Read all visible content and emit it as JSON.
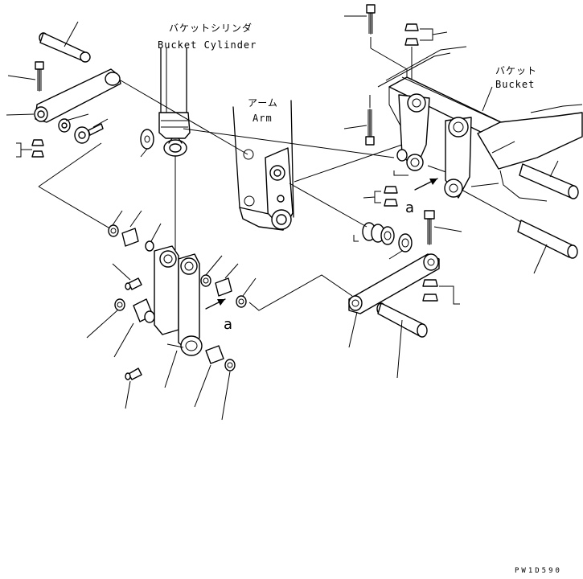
{
  "labels": {
    "bucket_cylinder_jp": "バケットシリンダ",
    "bucket_cylinder_en": "Bucket Cylinder",
    "arm_jp": "アーム",
    "arm_en": "Arm",
    "bucket_jp": "バケット",
    "bucket_en": "Bucket",
    "ref_a_left": "a",
    "ref_a_right": "a",
    "drawing_code": "PW1D590"
  }
}
